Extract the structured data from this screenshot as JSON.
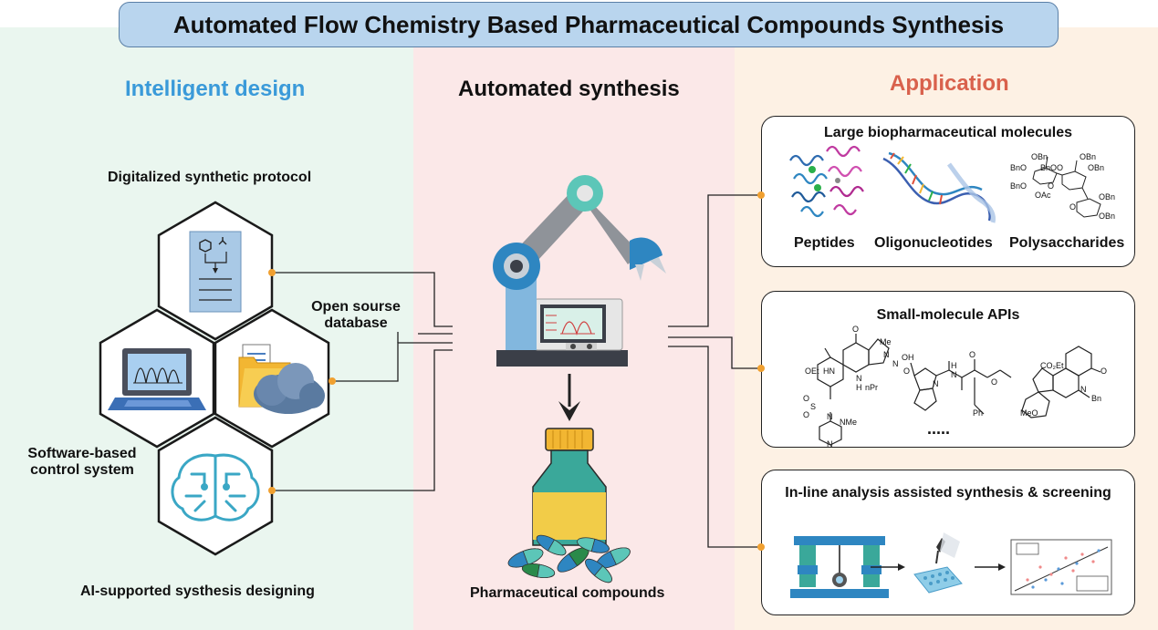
{
  "title": "Automated Flow Chemistry Based Pharmaceutical Compounds Synthesis",
  "sections": {
    "design": {
      "heading": "Intelligent design",
      "color": "#3a9ad9"
    },
    "synthesis": {
      "heading": "Automated synthesis",
      "color": "#111111"
    },
    "application": {
      "heading": "Application",
      "color": "#d9614c"
    }
  },
  "design_items": {
    "protocol": "Digitalized synthetic protocol",
    "database_line1": "Open sourse",
    "database_line2": "database",
    "software_line1": "Software-based",
    "software_line2": "control system",
    "ai": "AI-supported systhesis designing"
  },
  "synthesis_items": {
    "product": "Pharmaceutical compounds"
  },
  "applications": {
    "large": {
      "title": "Large biopharmaceutical molecules",
      "items": [
        "Peptides",
        "Oligonucleotides",
        "Polysaccharides"
      ]
    },
    "small": {
      "title": "Small-molecule APIs",
      "ellipsis": "....."
    },
    "inline": {
      "title": "In-line analysis assisted synthesis & screening"
    }
  },
  "molecule_labels": {
    "sugar": [
      "OBn",
      "OBn",
      "BnO",
      "BnO",
      "O",
      "OBn",
      "BnO",
      "O",
      "OAc",
      "O",
      "OBn",
      "OBn"
    ],
    "api1": [
      "OEt",
      "HN",
      "O",
      "Me",
      "N",
      "N",
      "N",
      "H",
      "nPr",
      "S",
      "O",
      "O",
      "N",
      "N",
      "NMe"
    ],
    "api2": [
      "OH",
      "O",
      "N",
      "H",
      "N",
      "O",
      "O",
      "Ph"
    ],
    "api3": [
      "CO₂Et",
      "O",
      "N",
      "Bn",
      "MeO"
    ]
  },
  "colors": {
    "accent_blue": "#3a9ad9",
    "accent_red": "#d9614c",
    "connector_orange": "#f0a030",
    "robot_blue": "#2e86c1",
    "robot_teal": "#5cc6b8"
  }
}
